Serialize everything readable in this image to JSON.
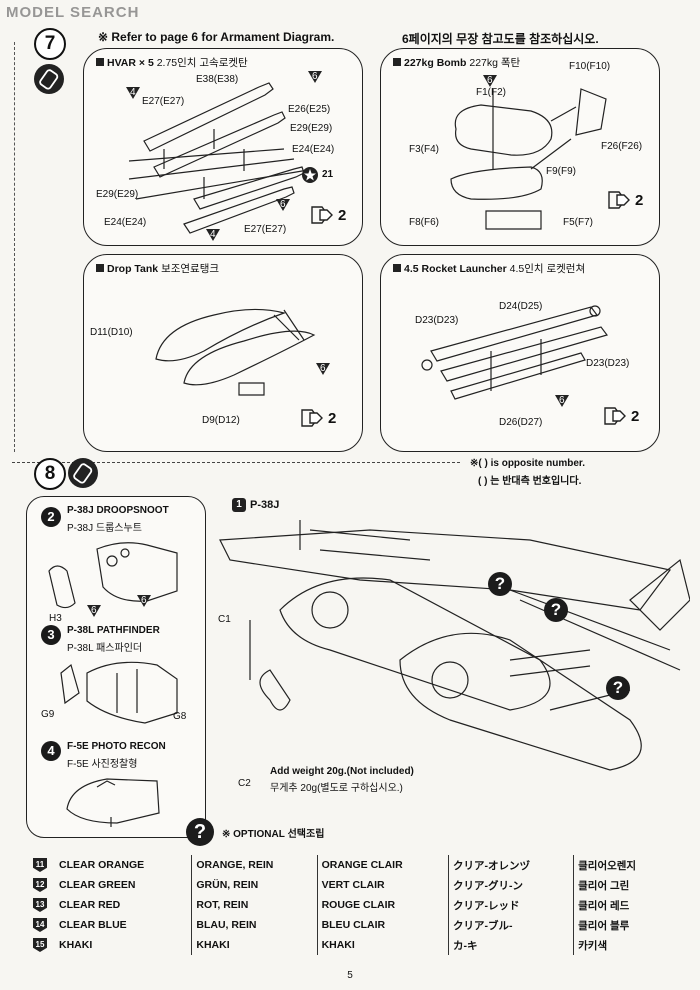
{
  "watermark": "MODEL SEARCH",
  "header": {
    "refer_en": "※ Refer to page 6 for Armament Diagram.",
    "refer_ko": "6페이지의 무장 참고도를 참조하십시오."
  },
  "step7": {
    "number": "7",
    "hvar": {
      "title": "HVAR × 5",
      "title_ko": "2.75인치 고속로켓탄",
      "parts": [
        "E38(E38)",
        "E27(E27)",
        "E26(E25)",
        "E29(E29)",
        "E24(E24)",
        "E29(E29)",
        "E24(E24)",
        "E27(E27)"
      ],
      "badge_left": "4",
      "badge_top": "6",
      "badge_bottom_mid": "6",
      "badge_bottom_left": "4",
      "decal": "21",
      "qty": "2"
    },
    "bomb": {
      "title": "227kg Bomb",
      "title_ko": "227kg 폭탄",
      "parts": [
        "F1(F2)",
        "F10(F10)",
        "F3(F4)",
        "F26(F26)",
        "F9(F9)",
        "F8(F6)",
        "F5(F7)"
      ],
      "badge": "6",
      "qty": "2"
    },
    "droptank": {
      "title": "Drop Tank",
      "title_ko": "보조연료탱크",
      "parts": [
        "D11(D10)",
        "D9(D12)"
      ],
      "badge": "6",
      "qty": "2"
    },
    "launcher": {
      "title": "4.5 Rocket Launcher",
      "title_ko": "4.5인치 로켓런쳐",
      "parts": [
        "D24(D25)",
        "D23(D23)",
        "D23(D23)",
        "D26(D27)"
      ],
      "badge": "6",
      "qty": "2"
    },
    "note_en": "※( ) is opposite number.",
    "note_ko": "( ) 는 반대측 번호입니다."
  },
  "step8": {
    "number": "8",
    "options": [
      {
        "num": "2",
        "title": "P-38J DROOPSNOOT",
        "subtitle": "P-38J 드룹스누트"
      },
      {
        "num": "3",
        "title": "P-38L PATHFINDER",
        "subtitle": "P-38L 패스파인더"
      },
      {
        "num": "4",
        "title": "F-5E PHOTO RECON",
        "subtitle": "F-5E 사진정찰형"
      }
    ],
    "part_h3": "H3",
    "part_g9": "G9",
    "part_g8": "G8",
    "badge_a": "6",
    "badge_b": "6",
    "main_label": "P-38J",
    "main_num": "1",
    "part_c1": "C1",
    "part_c2": "C2",
    "weight_en": "Add weight 20g.(Not included)",
    "weight_ko": "무게추 20g(별도로 구하십시오.)",
    "optional_label": "※ OPTIONAL",
    "optional_ko": "선택조립",
    "qmark": "?"
  },
  "colors": [
    {
      "num": "11",
      "en": "CLEAR ORANGE",
      "de": "ORANGE, REIN",
      "fr": "ORANGE CLAIR",
      "jp": "クリア-オレンヅ",
      "ko": "클리어오렌지"
    },
    {
      "num": "12",
      "en": "CLEAR GREEN",
      "de": "GRÜN, REIN",
      "fr": "VERT CLAIR",
      "jp": "クリア-グリ-ン",
      "ko": "클리어 그린"
    },
    {
      "num": "13",
      "en": "CLEAR RED",
      "de": "ROT, REIN",
      "fr": "ROUGE CLAIR",
      "jp": "クリア-レッド",
      "ko": "클리어 레드"
    },
    {
      "num": "14",
      "en": "CLEAR BLUE",
      "de": "BLAU, REIN",
      "fr": "BLEU CLAIR",
      "jp": "クリア-ブル-",
      "ko": "클리어 블루"
    },
    {
      "num": "15",
      "en": "KHAKI",
      "de": "KHAKI",
      "fr": "KHAKI",
      "jp": "カ-キ",
      "ko": "카키색"
    }
  ],
  "page_number": "5"
}
